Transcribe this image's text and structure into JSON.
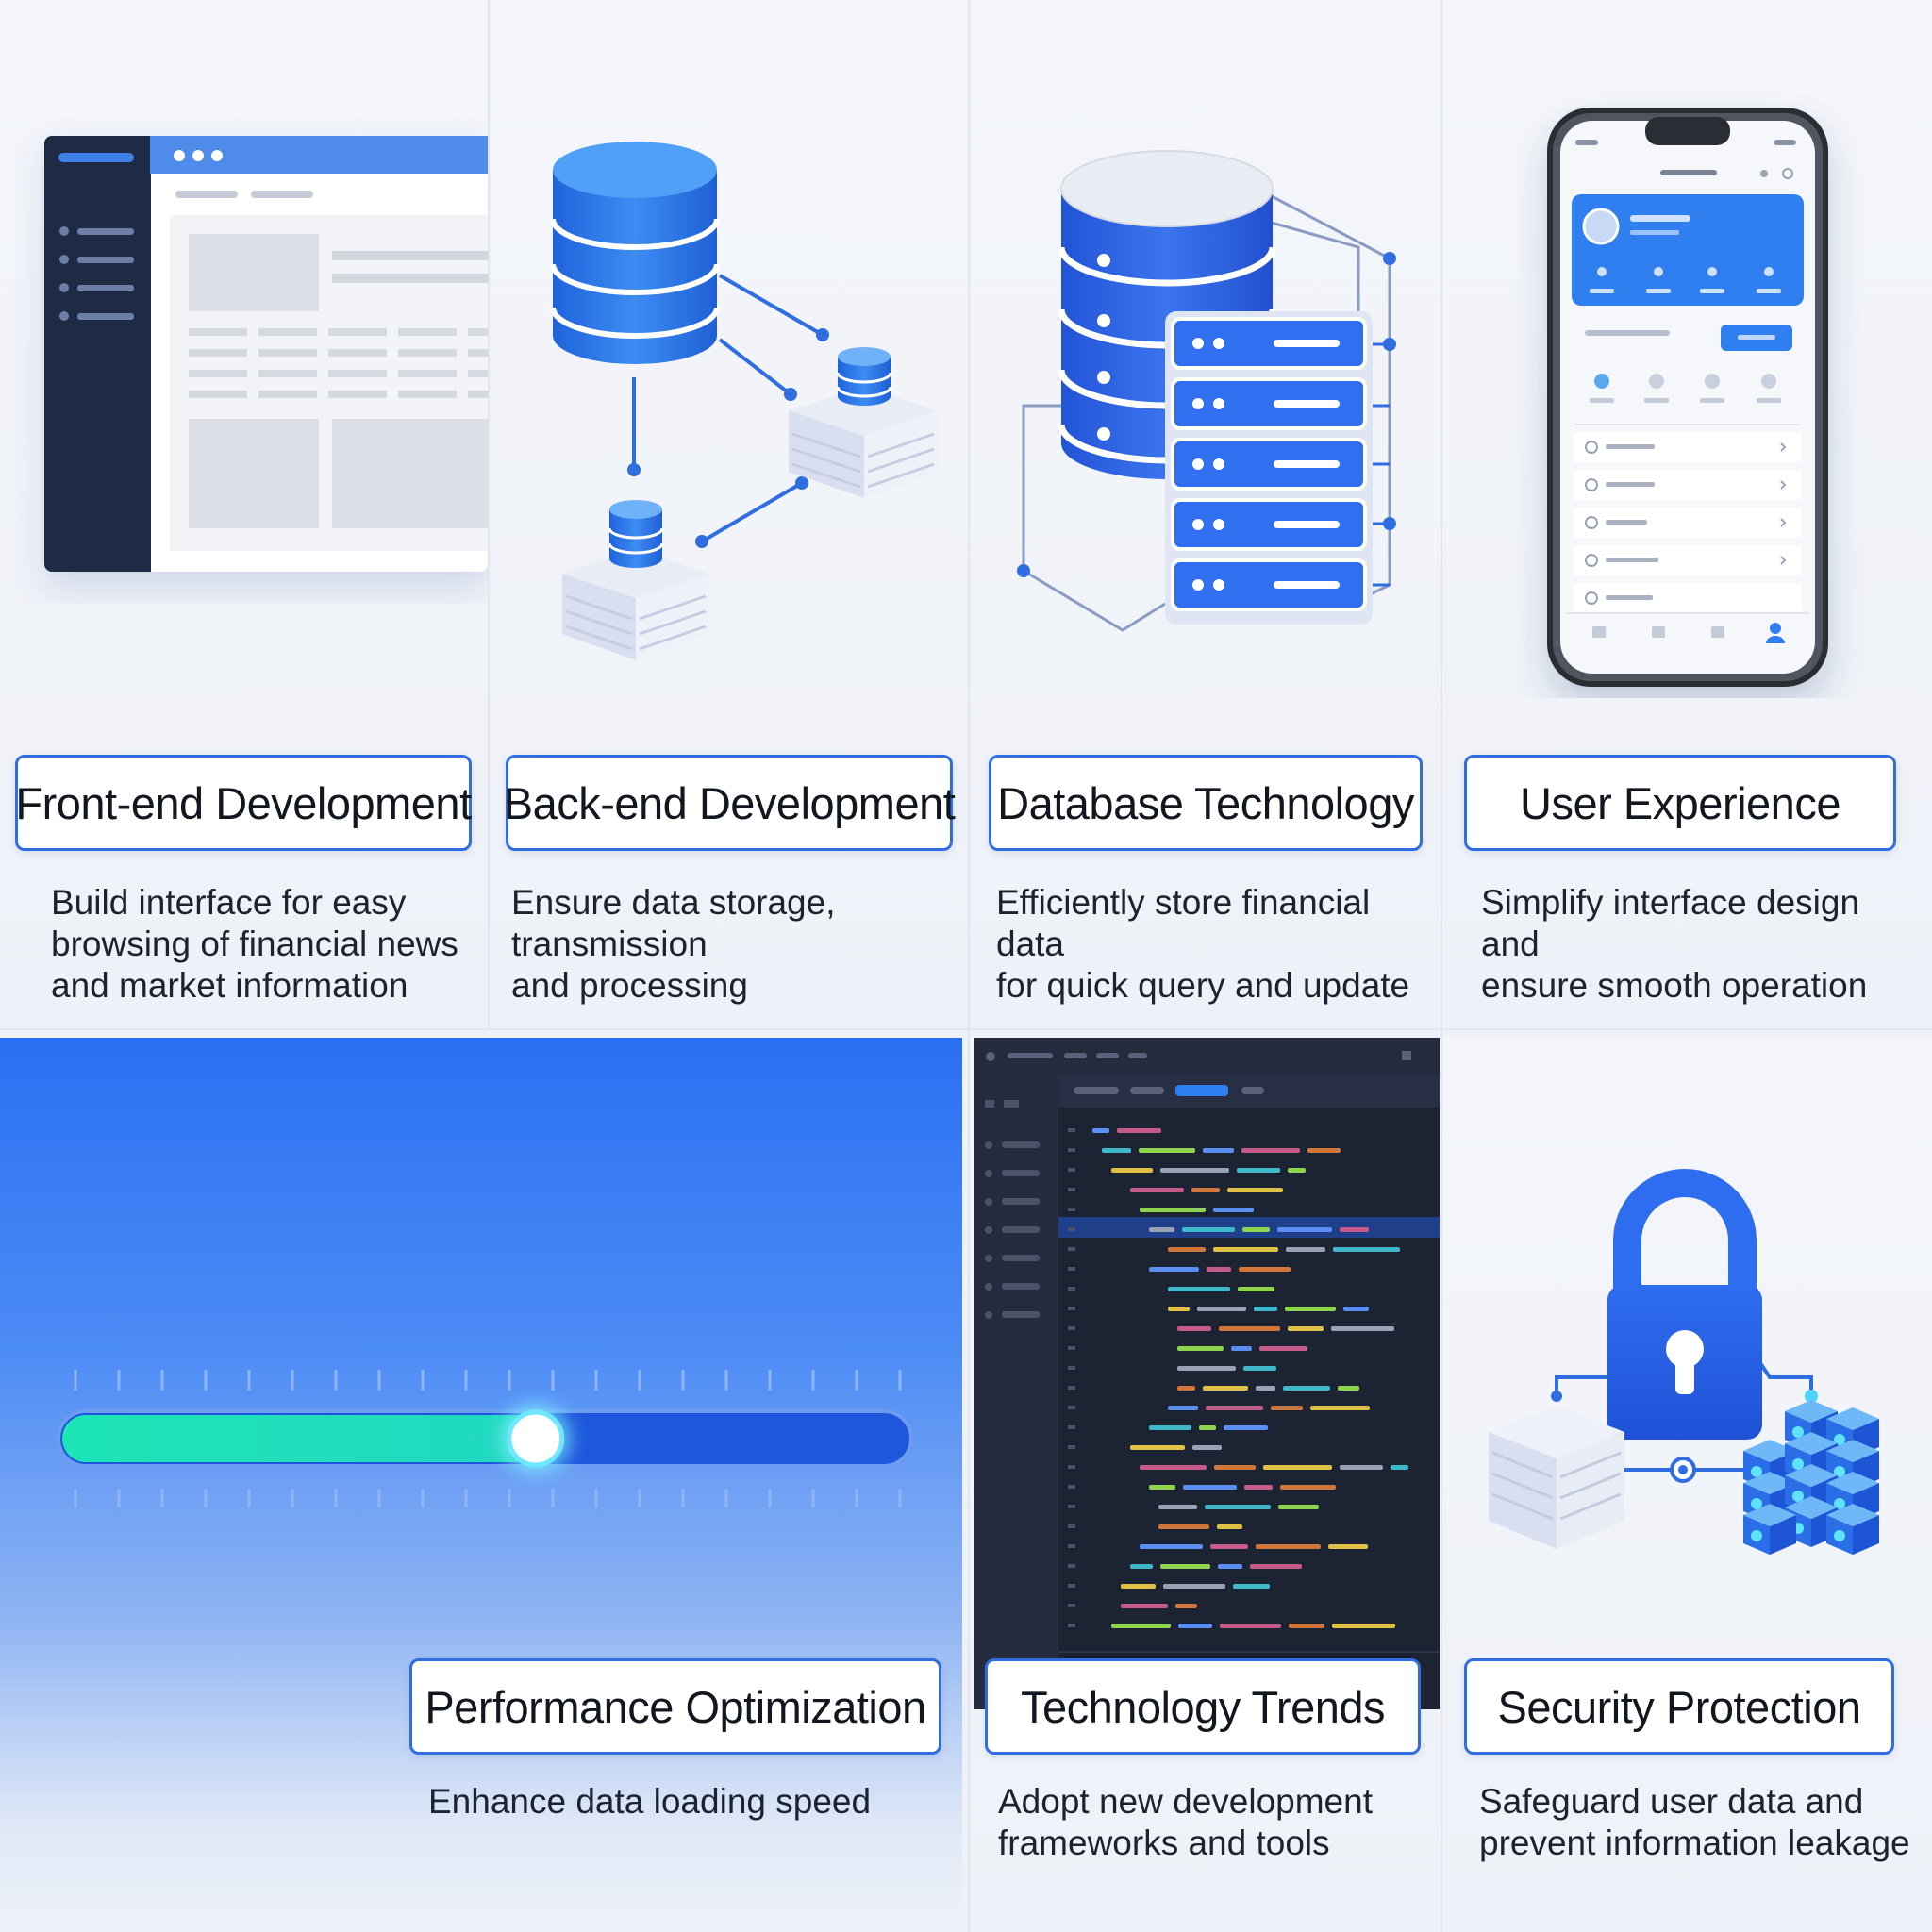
{
  "cards": [
    {
      "title": "Front-end Development",
      "icon": "browser-window-icon",
      "description": "Build interface for easy\nbrowsing of financial news\nand market information"
    },
    {
      "title": "Back-end Development",
      "icon": "connected-servers-icon",
      "description": "Ensure data storage, transmission\n and processing"
    },
    {
      "title": "Database Technology",
      "icon": "database-server-rack-icon",
      "description": "Efficiently store financial data\nfor quick query and update"
    },
    {
      "title": "User Experience",
      "icon": "mobile-app-icon",
      "description": "Simplify interface design and\nensure smooth operation"
    },
    {
      "title": "Performance Optimization",
      "icon": "progress-slider-icon",
      "description": "Enhance data loading speed",
      "slider_value": 0.56
    },
    {
      "title": "Technology Trends",
      "icon": "code-editor-icon",
      "description": "Adopt new development\nframeworks and tools"
    },
    {
      "title": "Security Protection",
      "icon": "padlock-network-icon",
      "description": "Safeguard user data and\nprevent information leakage"
    }
  ],
  "colors": {
    "accent": "#2f6de1",
    "accent_light": "#4f9cf0",
    "slider_fill": "#1de5b5",
    "dark_panel": "#1f2a44",
    "code_bg": "#1c2333"
  }
}
